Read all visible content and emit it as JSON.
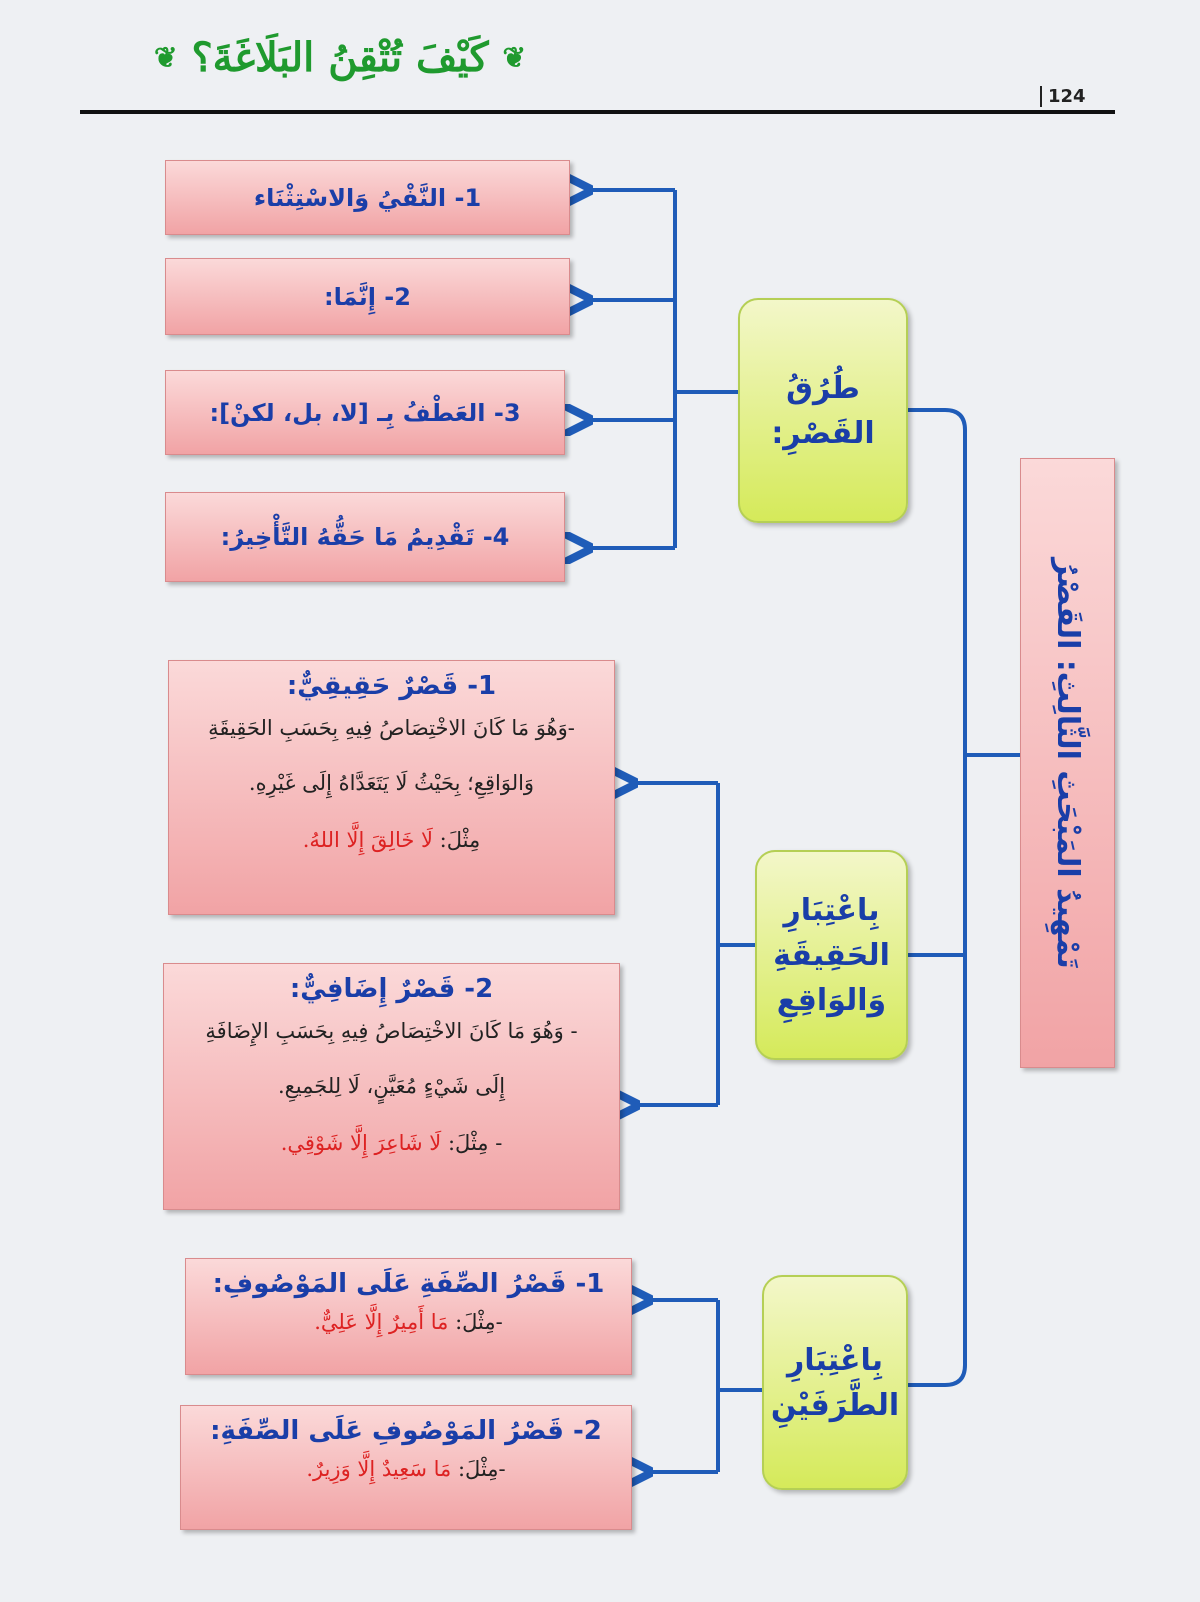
{
  "header": {
    "title": "كَيْفَ تُتْقِنُ البَلَاغَةَ؟",
    "page_number": "124"
  },
  "root": "تَمْهِيدُ المَبْحَثِ الثَّالِثِ: القَصْرُ",
  "methods": {
    "label": "طُرُقُ القَصْرِ:",
    "items": [
      "1- النَّفْيُ وَالاسْتِثْنَاء",
      "2- إِنَّمَا:",
      "3- العَطْفُ بِـ [لا، بل، لكنْ]:",
      "4- تَقْدِيمُ مَا حَقُّهُ التَّأْخِيرُ:"
    ]
  },
  "reality": {
    "label": "بِاعْتِبَارِ الحَقِيقَةِ وَالوَاقِعِ",
    "items": [
      {
        "heading": "1- قَصْرٌ حَقِيقِيٌّ:",
        "text": "-وَهُوَ مَا كَانَ الاخْتِصَاصُ فِيهِ بِحَسَبِ الحَقِيقَةِ وَالوَاقِعِ؛ بِحَيْثُ لَا يَتَعَدَّاهُ إِلَى غَيْرِهِ.",
        "example_label": "مِثْلَ:",
        "example": "لَا خَالِقَ إِلَّا اللهُ."
      },
      {
        "heading": "2- قَصْرٌ إِضَافِيٌّ:",
        "text": "- وَهُوَ مَا كَانَ الاخْتِصَاصُ فِيهِ بِحَسَبِ الإِضَافَةِ إِلَى شَيْءٍ مُعَيَّنٍ، لَا لِلجَمِيعِ.",
        "example_label": "- مِثْلَ:",
        "example": "لَا شَاعِرَ إِلَّا شَوْقِي."
      }
    ]
  },
  "parties": {
    "label": "بِاعْتِبَارِ الطَّرَفَيْنِ",
    "items": [
      {
        "heading": "1- قَصْرُ الصِّفَةِ عَلَى المَوْصُوفِ:",
        "example_label": "-مِثْلَ:",
        "example": "مَا أَمِيرٌ إِلَّا عَلِيٌّ."
      },
      {
        "heading": "2- قَصْرُ المَوْصُوفِ عَلَى الصِّفَةِ:",
        "example_label": "-مِثْلَ:",
        "example": "مَا سَعِيدٌ إِلَّا وَزِيرٌ."
      }
    ]
  }
}
